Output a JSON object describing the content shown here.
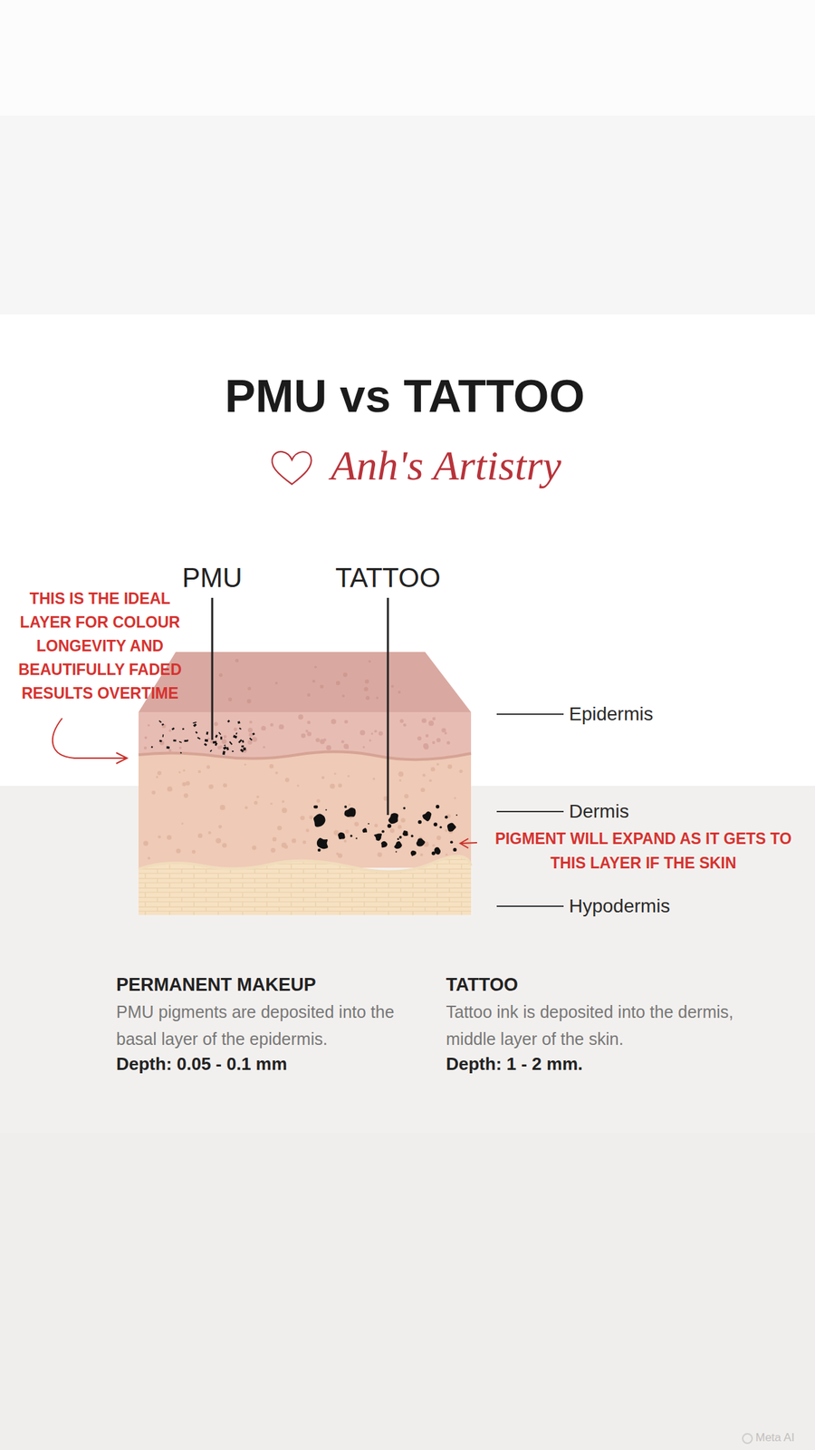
{
  "diagram": {
    "title": "PMU vs TATTOO",
    "labels": [
      "Anh's Artistry",
      "PMU",
      "TATTOO",
      "THIS IS THE IDEAL LAYER FOR COLOUR LONGEVITY AND BEAUTIFULLY FADED RESULTS OVERTIME",
      "Epidermis",
      "Dermis",
      "PIGMENT WILL EXPAND AS IT GETS TO THIS LAYER IF THE SKIN",
      "Hypodermis",
      "PERMANENT MAKEUP",
      "PMU pigments are deposited into the basal layer of the epidermis.",
      "Depth: 0.05 - 0.1 mm",
      "TATTOO",
      "Tattoo ink is deposited into the dermis, middle layer of the skin.",
      "Depth: 1 - 2 mm.",
      "Meta AI"
    ]
  }
}
